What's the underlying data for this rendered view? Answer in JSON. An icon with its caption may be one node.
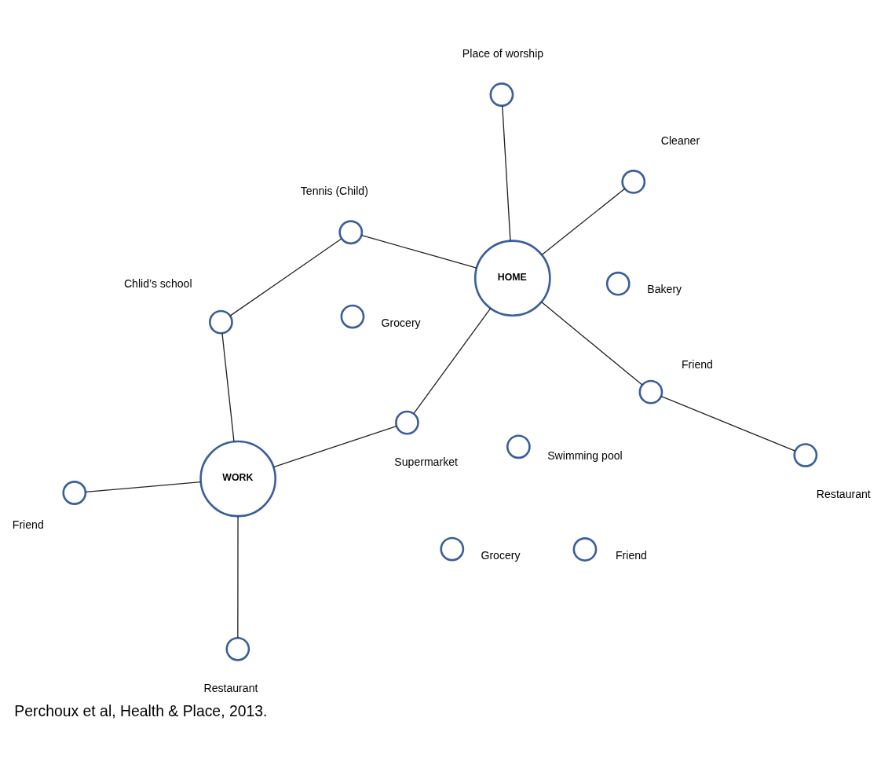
{
  "diagram": {
    "caption": "Perchoux et al, Health & Place, 2013.",
    "nodes": [
      {
        "text": [
          "WORK"
        ]
      },
      {
        "text": [],
        "shape": "circle",
        "beside": [
          "Restaurant"
        ]
      },
      {
        "text": [],
        "shape": "circle",
        "beside": [
          "Grocery"
        ]
      },
      {
        "text": [],
        "shape": "circle",
        "beside": [
          "Bakery"
        ]
      },
      {
        "text": [],
        "shape": "circle",
        "beside": [
          "Friend"
        ]
      },
      {
        "text": [],
        "shape": "circle",
        "beside": [
          "Chlid’s school"
        ]
      },
      {
        "text": [],
        "shape": "circle",
        "beside": [
          "Supermarket"
        ]
      },
      {
        "text": [],
        "shape": "circle",
        "beside": [
          "Restaurant"
        ]
      },
      {
        "text": [],
        "shape": "circle",
        "beside": [
          "Friend"
        ]
      },
      {
        "text": [
          "HOME"
        ]
      },
      {
        "text": [],
        "shape": "circle",
        "beside": [
          "Cleaner"
        ]
      },
      {
        "text": [],
        "shape": "circle",
        "beside": [
          "Swimming pool"
        ]
      },
      {
        "text": [],
        "shape": "circle",
        "beside": [
          "Grocery"
        ]
      },
      {
        "text": [],
        "shape": "circle",
        "beside": [
          "Friend"
        ]
      },
      {
        "text": [],
        "shape": "circle",
        "beside": [
          "Tennis (Child)"
        ]
      },
      {
        "text": [],
        "shape": "circle",
        "beside": [
          "Place of worship"
        ]
      }
    ],
    "edges": [
      {
        "from": 1,
        "to": 0,
        "arrow": "none"
      },
      {
        "from": 0,
        "to": 4,
        "arrow": "none"
      },
      {
        "from": 0,
        "to": 5,
        "arrow": "none"
      },
      {
        "from": 0,
        "to": 6,
        "arrow": "none"
      },
      {
        "from": 6,
        "to": 9,
        "arrow": "none"
      },
      {
        "from": 5,
        "to": 14,
        "arrow": "none"
      },
      {
        "from": 14,
        "to": 9,
        "arrow": "none"
      },
      {
        "from": 7,
        "to": 8,
        "arrow": "none"
      },
      {
        "from": 8,
        "to": 9,
        "arrow": "none"
      },
      {
        "from": 10,
        "to": 9,
        "arrow": "none"
      },
      {
        "from": 9,
        "to": 15,
        "arrow": "none"
      }
    ]
  }
}
